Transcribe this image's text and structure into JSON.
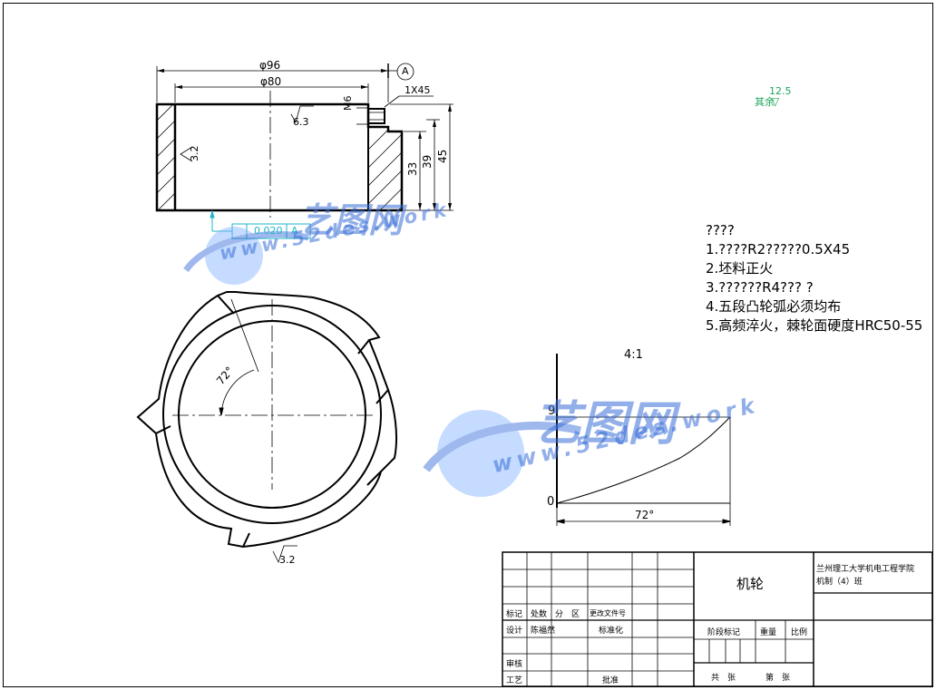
{
  "dimensions": {
    "outer_diameter": "φ96",
    "inner_diameter": "φ80",
    "chamfer": "1X45",
    "datum": "A",
    "thread": "M6",
    "height_total": "45",
    "height_39": "39",
    "height_33": "33",
    "roughness_top": "6.3",
    "roughness_left": "3.2",
    "roughness_bottom": "3.2",
    "roughness_corner": "12.5",
    "roughness_corner_label": "其余",
    "tolerance_value": "0.020",
    "tolerance_datum": "A",
    "angle_label": "72°",
    "scale_label": "4:1",
    "cam_rise": "9",
    "cam_origin": "0",
    "cam_angle": "72°"
  },
  "notes": {
    "title": "????",
    "items": [
      "1.????R2?????0.5X45",
      "2.坯料正火",
      "3.??????R4???        ?",
      "4.五段凸轮弧必须均布",
      "5.高频淬火，棘轮面硬度HRC50-55"
    ]
  },
  "title_block": {
    "part_name": "机轮",
    "school": "兰州理工大学机电工程学院",
    "class": "机制（4）班",
    "col_mark": "标记",
    "col_count": "处数",
    "col_zone": "分　区",
    "col_doc": "更改文件号",
    "design": "设计",
    "designer": "陈福然",
    "standardize": "标准化",
    "stage_mark": "阶段标记",
    "weight": "重量",
    "ratio": "比例",
    "review": "审核",
    "process": "工艺",
    "approve": "批准",
    "total": "共　张",
    "sheet": "第　张"
  },
  "watermark": {
    "logo_text": "艺图网",
    "site_text": "www.52des.work"
  }
}
